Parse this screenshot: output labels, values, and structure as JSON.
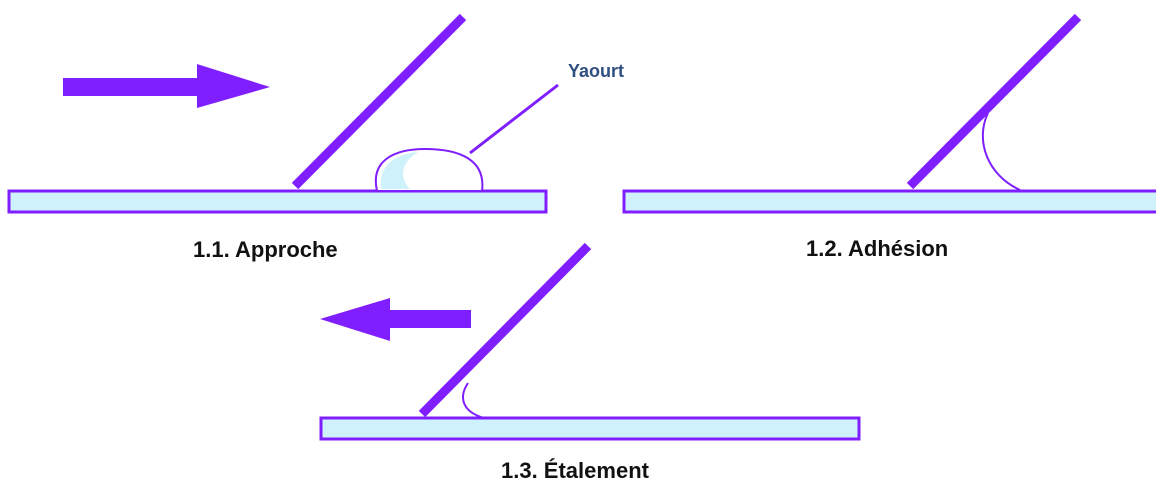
{
  "colors": {
    "blade": "#7f1fff",
    "plate_fill": "#cff1fb",
    "plate_stroke": "#7f1fff",
    "arrow": "#7f1fff",
    "yogurt_stroke": "#7f1fff",
    "yogurt_fill": "#ffffff",
    "yogurt_highlight": "#cff1fb",
    "label_text": "#2f4f80",
    "caption_text": "#111111"
  },
  "panels": [
    {
      "caption": "1.1. Approche",
      "arrow_direction": "right",
      "yogurt_label": "Yaourt"
    },
    {
      "caption": "1.2. Adhésion"
    },
    {
      "caption": "1.3. Étalement",
      "arrow_direction": "left"
    }
  ]
}
